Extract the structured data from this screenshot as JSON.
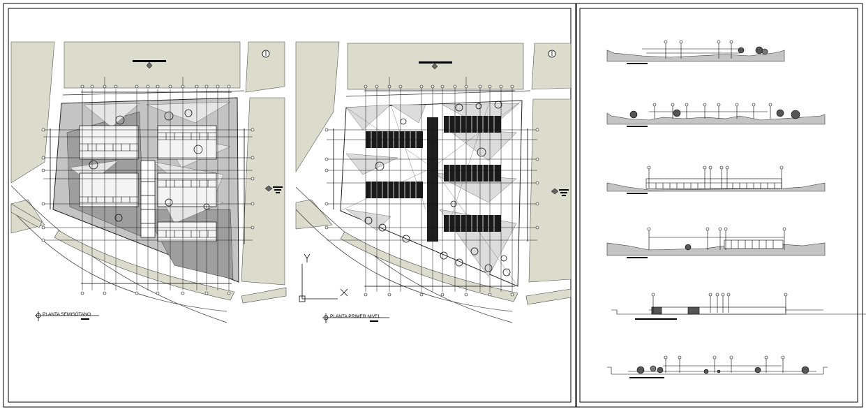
{
  "sheets": {
    "left": {
      "plans": [
        {
          "label": "PLANTA SEMISÓTANO"
        },
        {
          "label": "PLANTA PRIMER NIVEL"
        }
      ]
    },
    "right": {
      "sections": [
        {
          "id": "section-1"
        },
        {
          "id": "section-2"
        },
        {
          "id": "section-3"
        },
        {
          "id": "section-4"
        },
        {
          "id": "section-5"
        },
        {
          "id": "section-6"
        }
      ]
    }
  },
  "ucs_icon": {
    "x_label": "X",
    "y_label": "Y"
  },
  "colors": {
    "sheet_border": "#000000",
    "ground_fill": "#dcdccd",
    "site_fill": "#c4c4c4",
    "dark_fill": "#9e9e9e",
    "light_fill": "#e6e6e6",
    "line": "#2a2a2a",
    "grid_line": "#111111"
  }
}
